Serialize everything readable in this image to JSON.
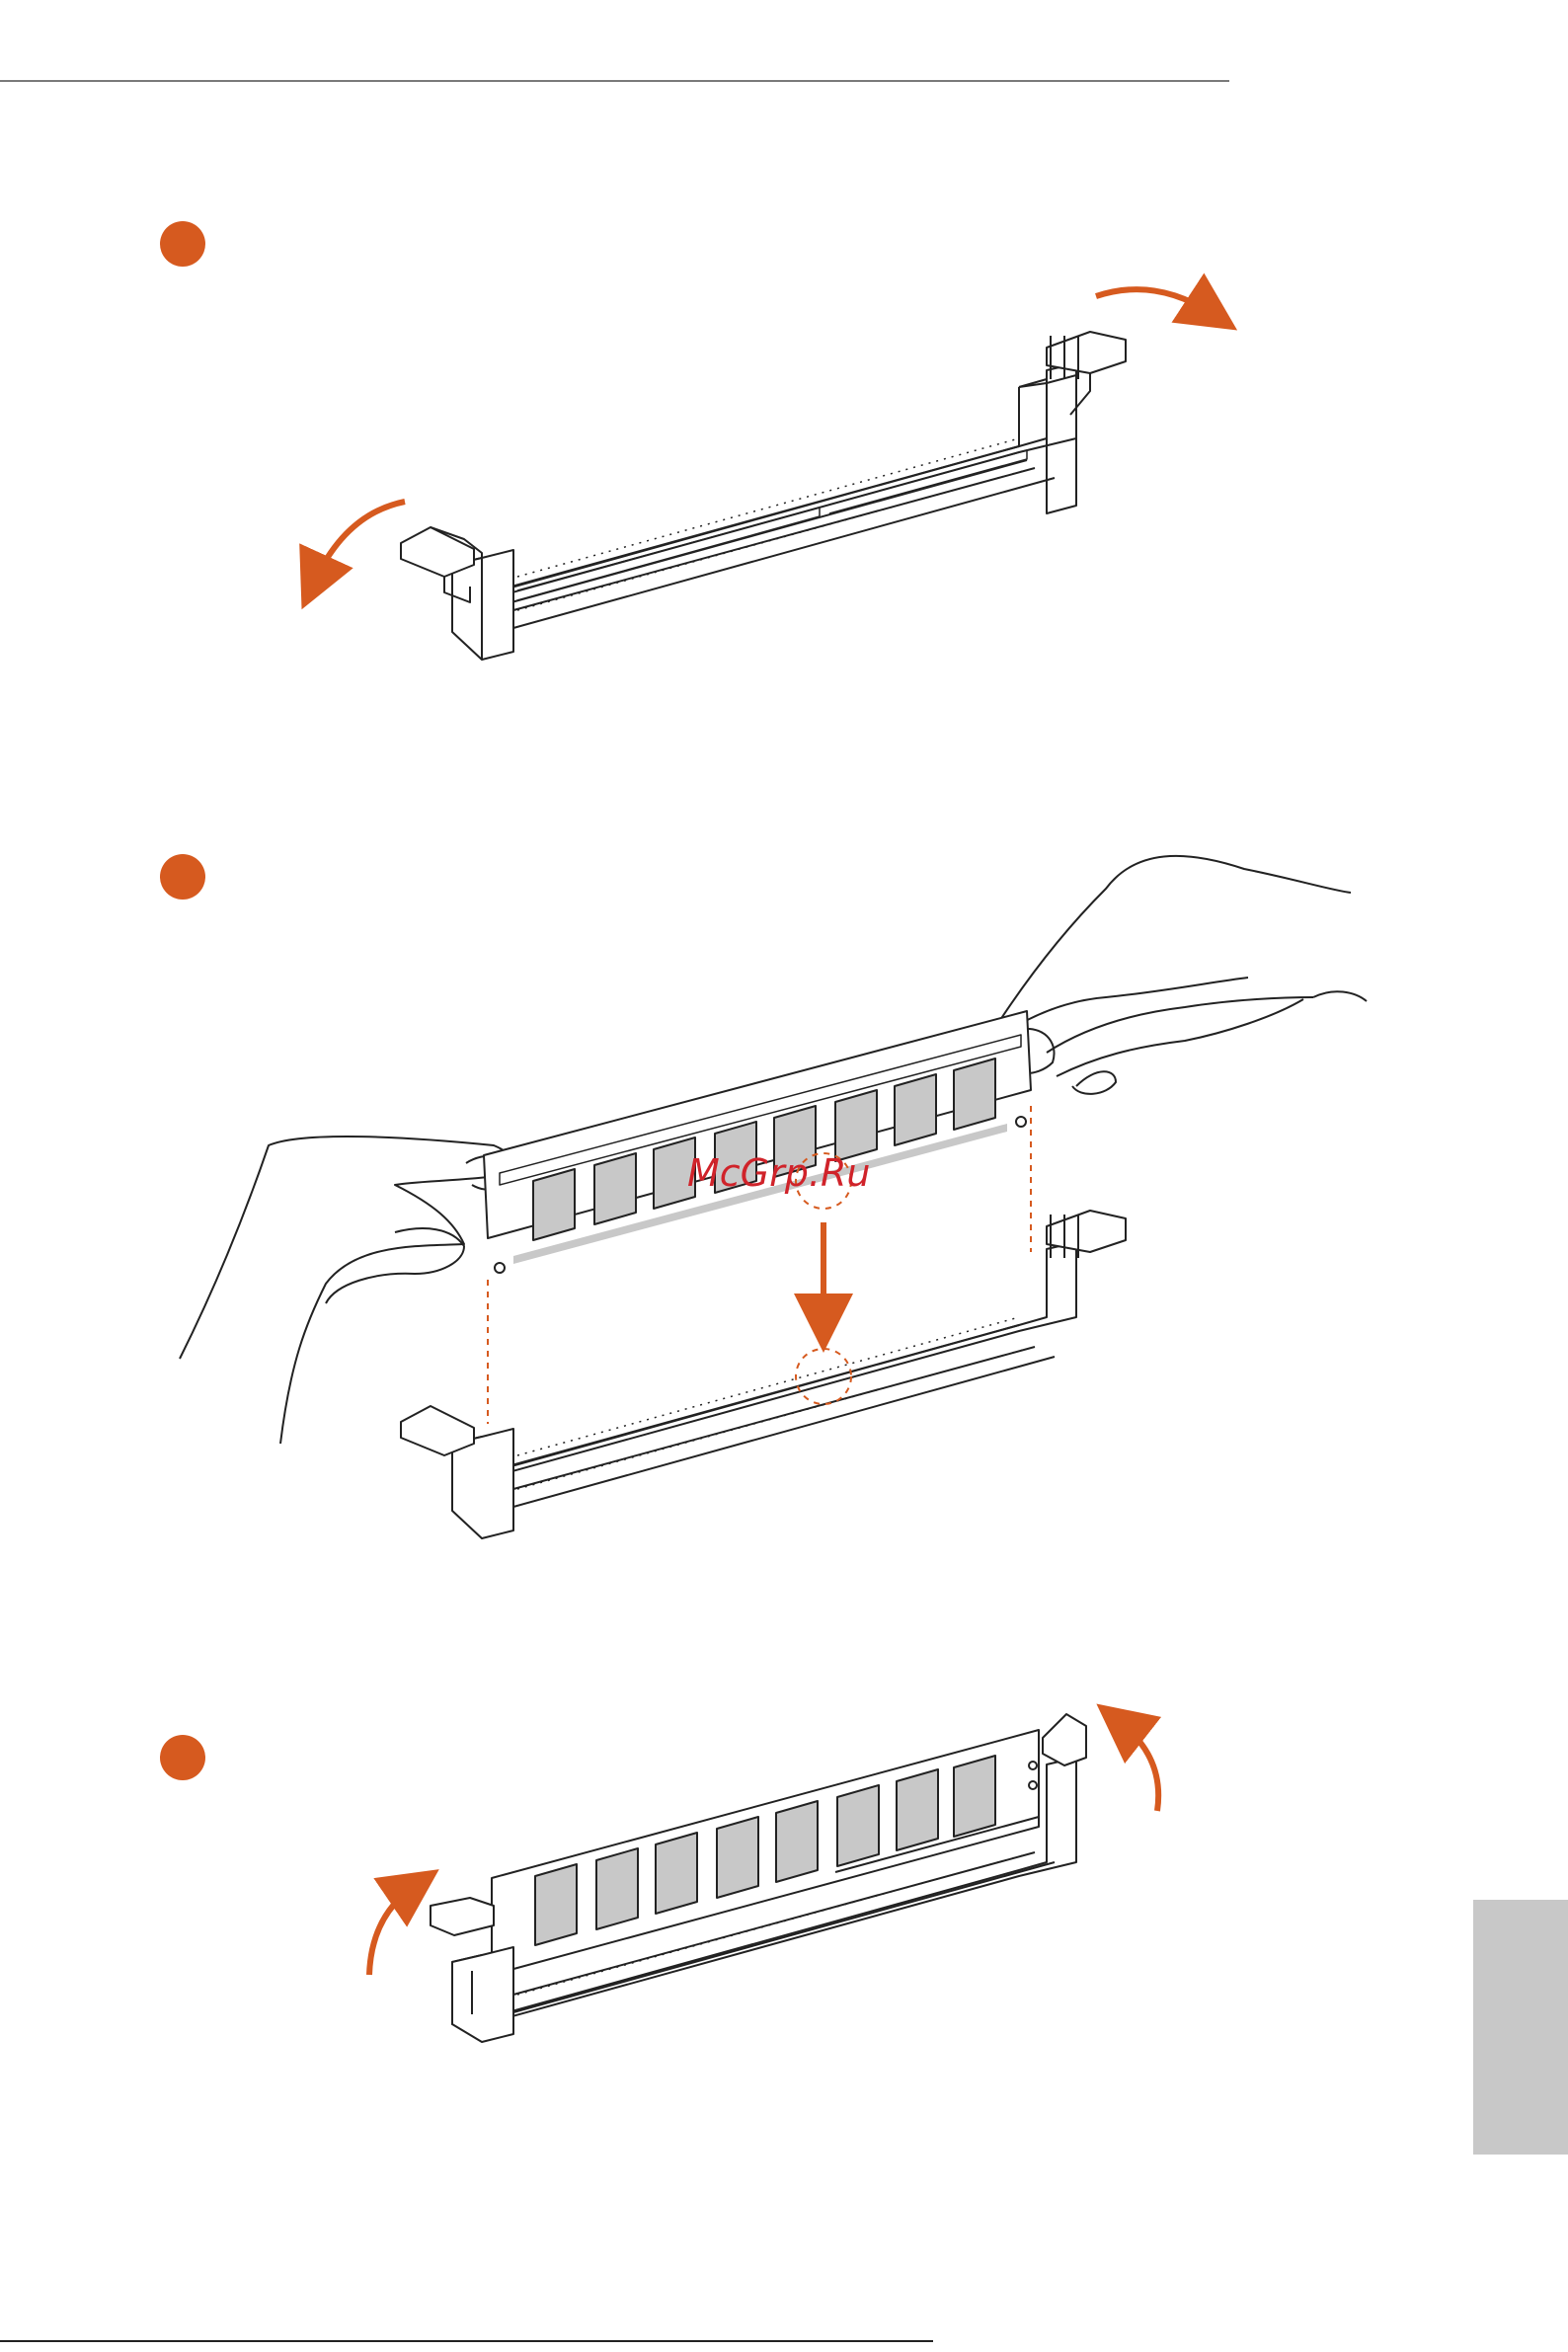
{
  "page": {
    "watermark": "McGrp.Ru"
  },
  "colors": {
    "accent": "#d65a1f",
    "line": "#222222",
    "tab": "#c8c8c8"
  },
  "steps": [
    {
      "id": "step-1",
      "icon": "orange-dot"
    },
    {
      "id": "step-2",
      "icon": "orange-dot"
    },
    {
      "id": "step-3",
      "icon": "orange-dot"
    }
  ]
}
